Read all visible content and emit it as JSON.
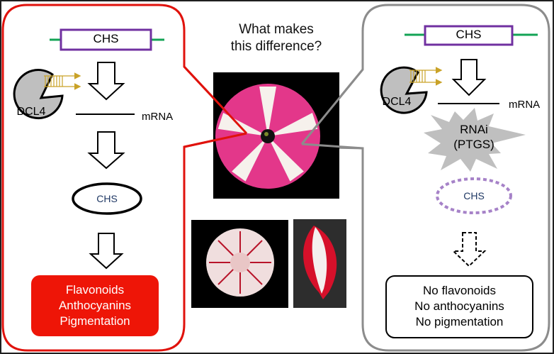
{
  "question": {
    "line1": "What makes",
    "line2": "this difference?"
  },
  "left_panel": {
    "state": "normal",
    "gene_label": "CHS",
    "enzyme_label": "DCL4",
    "mrna_label": "mRNA",
    "protein_label": "CHS",
    "outcome": [
      "Flavonoids",
      "Anthocyanins",
      "Pigmentation"
    ],
    "colors": {
      "border": "#e0120c",
      "outcome_fill": "#ee1507",
      "outcome_text": "#ffffff"
    }
  },
  "right_panel": {
    "state": "silenced",
    "gene_label": "CHS",
    "enzyme_label": "DCL4",
    "mrna_label": "mRNA",
    "silencing_line1": "RNAi",
    "silencing_line2": "(PTGS)",
    "protein_label": "CHS",
    "outcome": [
      "No flavonoids",
      "No anthocyanins",
      "No pigmentation"
    ],
    "colors": {
      "border": "#8c8c8c",
      "protein_dashed": "#a682c8"
    }
  },
  "photos": [
    {
      "name": "petunia-star-flower",
      "description": "pink and white star-patterned petunia"
    },
    {
      "name": "dahlia-flower",
      "description": "white dahlia with red streaks"
    },
    {
      "name": "dahlia-petal",
      "description": "single petal, red edges with white center"
    }
  ],
  "colors": {
    "gene_box": "#7030a0",
    "gene_flank": "#13a355",
    "dsRNA": "#c9a227",
    "enzyme_fill": "#bfbfbf",
    "protein_text": "#1f3864"
  }
}
